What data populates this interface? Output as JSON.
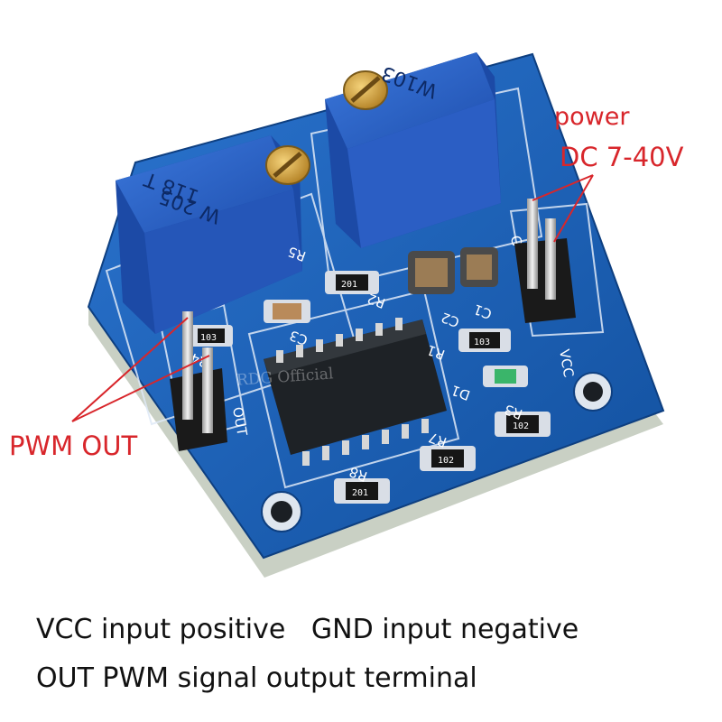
{
  "annotations": {
    "power": "power",
    "voltage": "DC 7-40V",
    "pwm_out": "PWM OUT"
  },
  "caption": {
    "line1": "VCC input positive   GND input negative",
    "line2": "OUT PWM signal output terminal"
  },
  "watermark": "RDG Official",
  "board": {
    "silkscreen": {
      "vcc": "VCC",
      "gnd": "G",
      "out": "OUT",
      "r5": "R5",
      "r2": "R2",
      "r4": "R4",
      "r1": "R1",
      "c1": "C1",
      "c2": "C2",
      "c3": "C3",
      "d1": "D1",
      "r3": "R3",
      "r7": "R7",
      "r8": "R8"
    },
    "pot_left_marking": "118 T",
    "pot_left_marking_2": "W 205",
    "pot_right_marking": "W103",
    "resistor_codes": {
      "r2": "201",
      "r1": "103",
      "r4": "103",
      "r3": "102",
      "r7": "102",
      "r8": "201"
    }
  },
  "colors": {
    "pcb": "#1a5fb8",
    "pot": "#2a63c9",
    "annotation": "#d8262b",
    "caption": "#111111"
  }
}
